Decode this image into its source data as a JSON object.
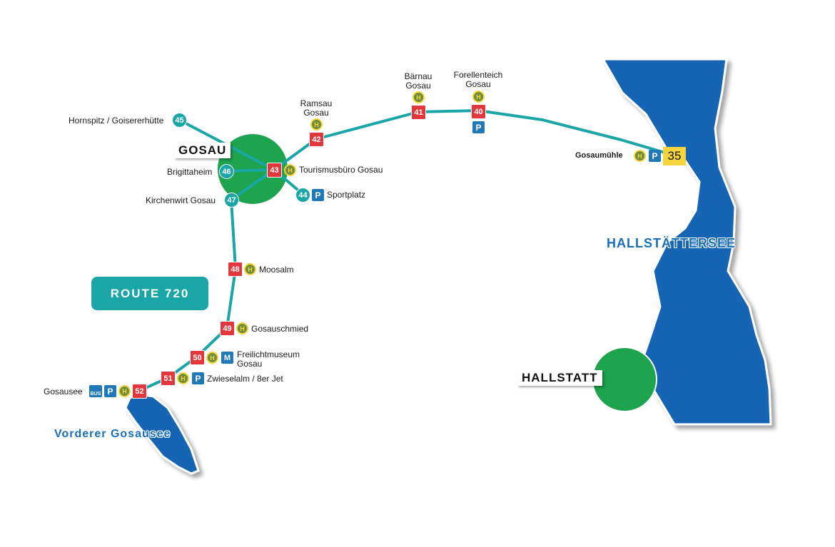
{
  "route_label": "ROUTE 720",
  "towns": {
    "gosau": "GOSAU",
    "hallstatt": "HALLSTATT"
  },
  "lakes": {
    "hallstaettersee": "HALLSTÄTTERSEE",
    "vorderer_gosausee": "Vorderer Gosausee"
  },
  "stops": {
    "s35": {
      "number": "35",
      "name": "Gosaumühle"
    },
    "s40": {
      "number": "40",
      "name": "Forellenteich\nGosau"
    },
    "s41": {
      "number": "41",
      "name": "Bärnau\nGosau"
    },
    "s42": {
      "number": "42",
      "name": "Ramsau\nGosau"
    },
    "s43": {
      "number": "43",
      "name": "Tourismusbüro Gosau"
    },
    "s44": {
      "number": "44",
      "name": "Sportplatz"
    },
    "s45": {
      "number": "45",
      "name": "Hornspitz / Goisererhütte"
    },
    "s46": {
      "number": "46",
      "name": "Brigittaheim"
    },
    "s47": {
      "number": "47",
      "name": "Kirchenwirt Gosau"
    },
    "s48": {
      "number": "48",
      "name": "Moosalm"
    },
    "s49": {
      "number": "49",
      "name": "Gosauschmied"
    },
    "s50": {
      "number": "50",
      "name": "Freilichtmuseum\nGosau"
    },
    "s51": {
      "number": "51",
      "name": "Zwieselalm / 8er Jet"
    },
    "s52": {
      "number": "52",
      "name": "Gosausee"
    }
  },
  "icons": {
    "bus_stop_letter": "H",
    "parking_letter": "P",
    "museum_letter": "M",
    "bus_text": "BUS"
  },
  "colors": {
    "route_line": "#1aa6a6",
    "stop_red": "#e2383d",
    "lake_blue": "#1565b4",
    "town_green": "#1ea34f",
    "highlight_yellow": "#f6d43c"
  }
}
